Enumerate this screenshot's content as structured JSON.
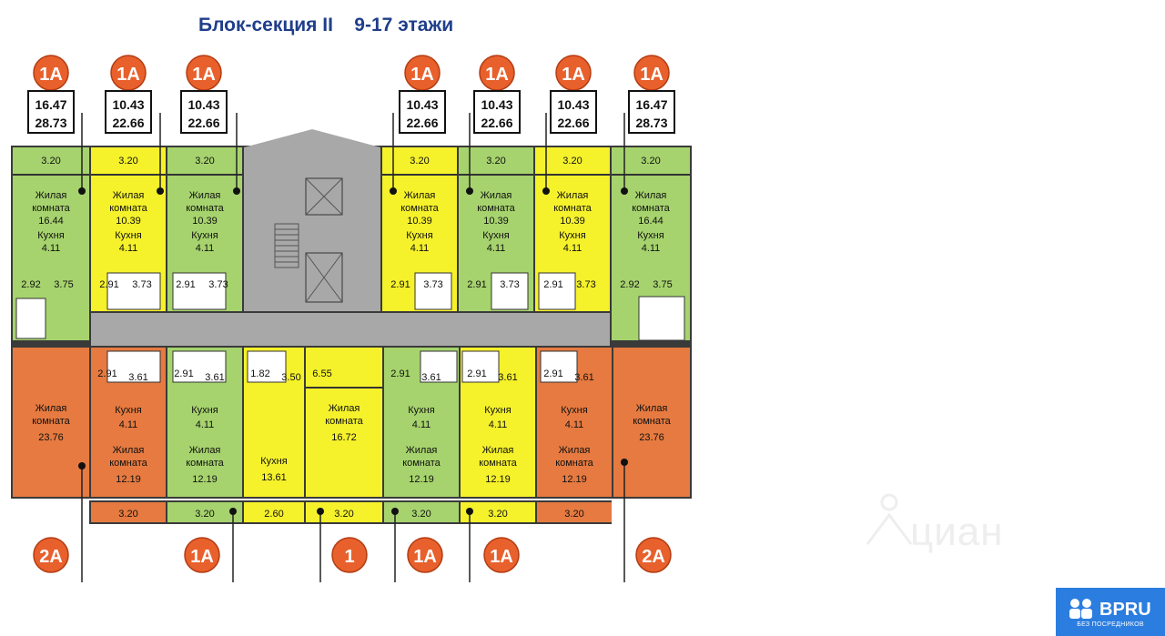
{
  "title": "Блок-секция II    9-17 этажи",
  "colors": {
    "green": "#a6d36d",
    "yellow": "#f5f12b",
    "orange": "#e67a40",
    "corridor": "#a8a8a8",
    "title": "#1f3e8a",
    "badge": "#2b7de0"
  },
  "room_labels": {
    "living": "Жилая комната",
    "kitchen": "Кухня"
  },
  "top_markers": [
    {
      "type": "1А",
      "living": "16.47",
      "total": "28.73"
    },
    {
      "type": "1А",
      "living": "10.43",
      "total": "22.66"
    },
    {
      "type": "1А",
      "living": "10.43",
      "total": "22.66"
    },
    {
      "type": "1А",
      "living": "10.43",
      "total": "22.66"
    },
    {
      "type": "1А",
      "living": "10.43",
      "total": "22.66"
    },
    {
      "type": "1А",
      "living": "10.43",
      "total": "22.66"
    },
    {
      "type": "1А",
      "living": "16.47",
      "total": "28.73"
    }
  ],
  "bottom_markers": [
    "2А",
    "1А",
    "1",
    "1А",
    "1А",
    "2А"
  ],
  "top_units": [
    {
      "color": "green",
      "balcony": "3.20",
      "living": "16.44",
      "kitchen": "4.11",
      "hall": "2.92",
      "bath": "3.75"
    },
    {
      "color": "yellow",
      "balcony": "3.20",
      "living": "10.39",
      "kitchen": "4.11",
      "hall": "2.91",
      "bath": "3.73"
    },
    {
      "color": "green",
      "balcony": "3.20",
      "living": "10.39",
      "kitchen": "4.11",
      "hall": "2.91",
      "bath": "3.73"
    },
    {
      "color": "yellow",
      "balcony": "3.20",
      "living": "10.39",
      "kitchen": "4.11",
      "hall": "2.91",
      "bath": "3.73"
    },
    {
      "color": "green",
      "balcony": "3.20",
      "living": "10.39",
      "kitchen": "4.11",
      "hall": "2.91",
      "bath": "3.73"
    },
    {
      "color": "yellow",
      "balcony": "3.20",
      "living": "10.39",
      "kitchen": "4.11",
      "hall": "2.91",
      "bath": "3.73"
    },
    {
      "color": "green",
      "balcony": "3.20",
      "living": "16.44",
      "kitchen": "4.11",
      "hall": "2.92",
      "bath": "3.75"
    }
  ],
  "bottom_units": [
    {
      "color": "orange",
      "living": "23.76"
    },
    {
      "color": "orange",
      "balcony": "3.20",
      "living": "12.19",
      "kitchen": "4.11",
      "hall": "2.91",
      "bath": "3.61"
    },
    {
      "color": "green",
      "balcony": "3.20",
      "living": "12.19",
      "kitchen": "4.11",
      "hall": "2.91",
      "bath": "3.61"
    },
    {
      "color": "yellow",
      "balcony": "2.60",
      "kitchen": "13.61",
      "bath": "3.50",
      "hall": "1.82"
    },
    {
      "color": "yellow",
      "balcony": "3.20",
      "living": "16.72",
      "hall": "6.55"
    },
    {
      "color": "green",
      "balcony": "3.20",
      "living": "12.19",
      "kitchen": "4.11",
      "hall": "2.91",
      "bath": "3.61"
    },
    {
      "color": "yellow",
      "balcony": "3.20",
      "living": "12.19",
      "kitchen": "4.11",
      "hall": "2.91",
      "bath": "3.61"
    },
    {
      "color": "orange",
      "balcony": "3.20",
      "living": "12.19",
      "kitchen": "4.11",
      "hall": "2.91",
      "bath": "3.61"
    },
    {
      "color": "orange",
      "living": "23.76"
    }
  ],
  "watermark": "циан",
  "badge": {
    "brand": "BPRU",
    "subtitle": "БЕЗ ПОСРЕДНИКОВ"
  }
}
